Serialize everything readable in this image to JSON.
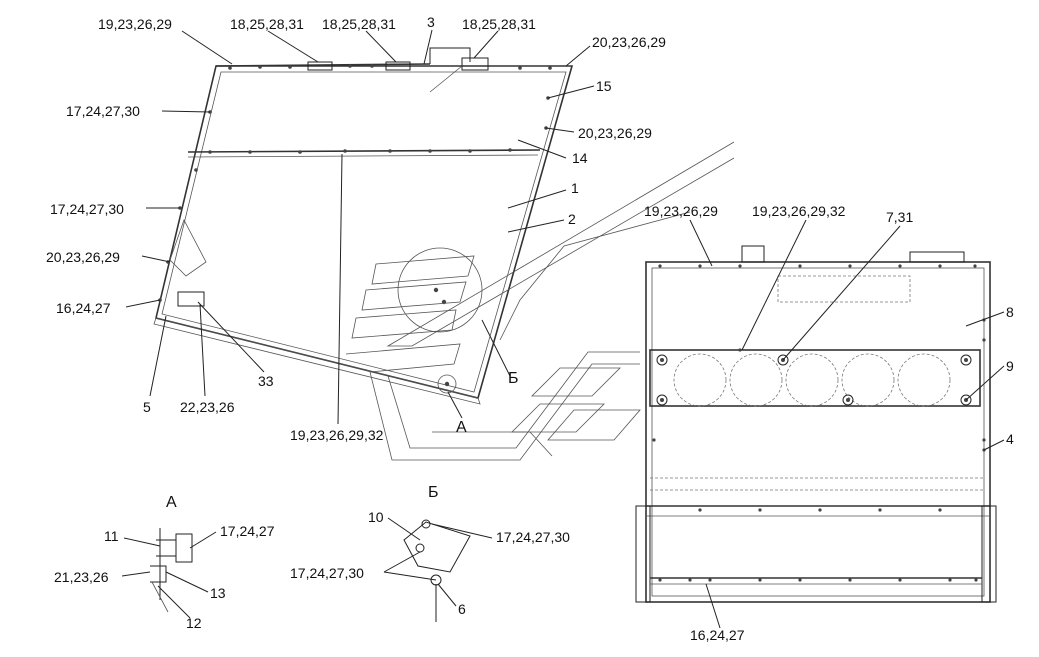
{
  "labels": {
    "l_19_23_26_29_top": "19,23,26,29",
    "l_18_25_28_31_a": "18,25,28,31",
    "l_18_25_28_31_b": "18,25,28,31",
    "l_3": "3",
    "l_18_25_28_31_c": "18,25,28,31",
    "l_20_23_26_29_top": "20,23,26,29",
    "l_15": "15",
    "l_17_24_27_30_top": "17,24,27,30",
    "l_20_23_26_29_mid": "20,23,26,29",
    "l_14": "14",
    "l_1": "1",
    "l_2": "2",
    "l_17_24_27_30_mid": "17,24,27,30",
    "l_20_23_26_29_left": "20,23,26,29",
    "l_16_24_27_left": "16,24,27",
    "l_5": "5",
    "l_22_23_26": "22,23,26",
    "l_33": "33",
    "l_19_23_26_29_32_bottom": "19,23,26,29,32",
    "l_19_23_26_29_right": "19,23,26,29",
    "l_19_23_26_29_32_right": "19,23,26,29,32",
    "l_7_31": "7,31",
    "l_8": "8",
    "l_9": "9",
    "l_4": "4",
    "l_16_24_27_right": "16,24,27",
    "l_11": "11",
    "l_17_24_27_detail": "17,24,27",
    "l_21_23_26": "21,23,26",
    "l_13": "13",
    "l_12": "12",
    "l_10": "10",
    "l_17_24_27_30_detail_a": "17,24,27,30",
    "l_17_24_27_30_detail_b": "17,24,27,30",
    "l_6": "6"
  },
  "sections": {
    "a_marker": "А",
    "b_marker": "Б",
    "a_detail_title": "А",
    "b_detail_title": "Б"
  }
}
